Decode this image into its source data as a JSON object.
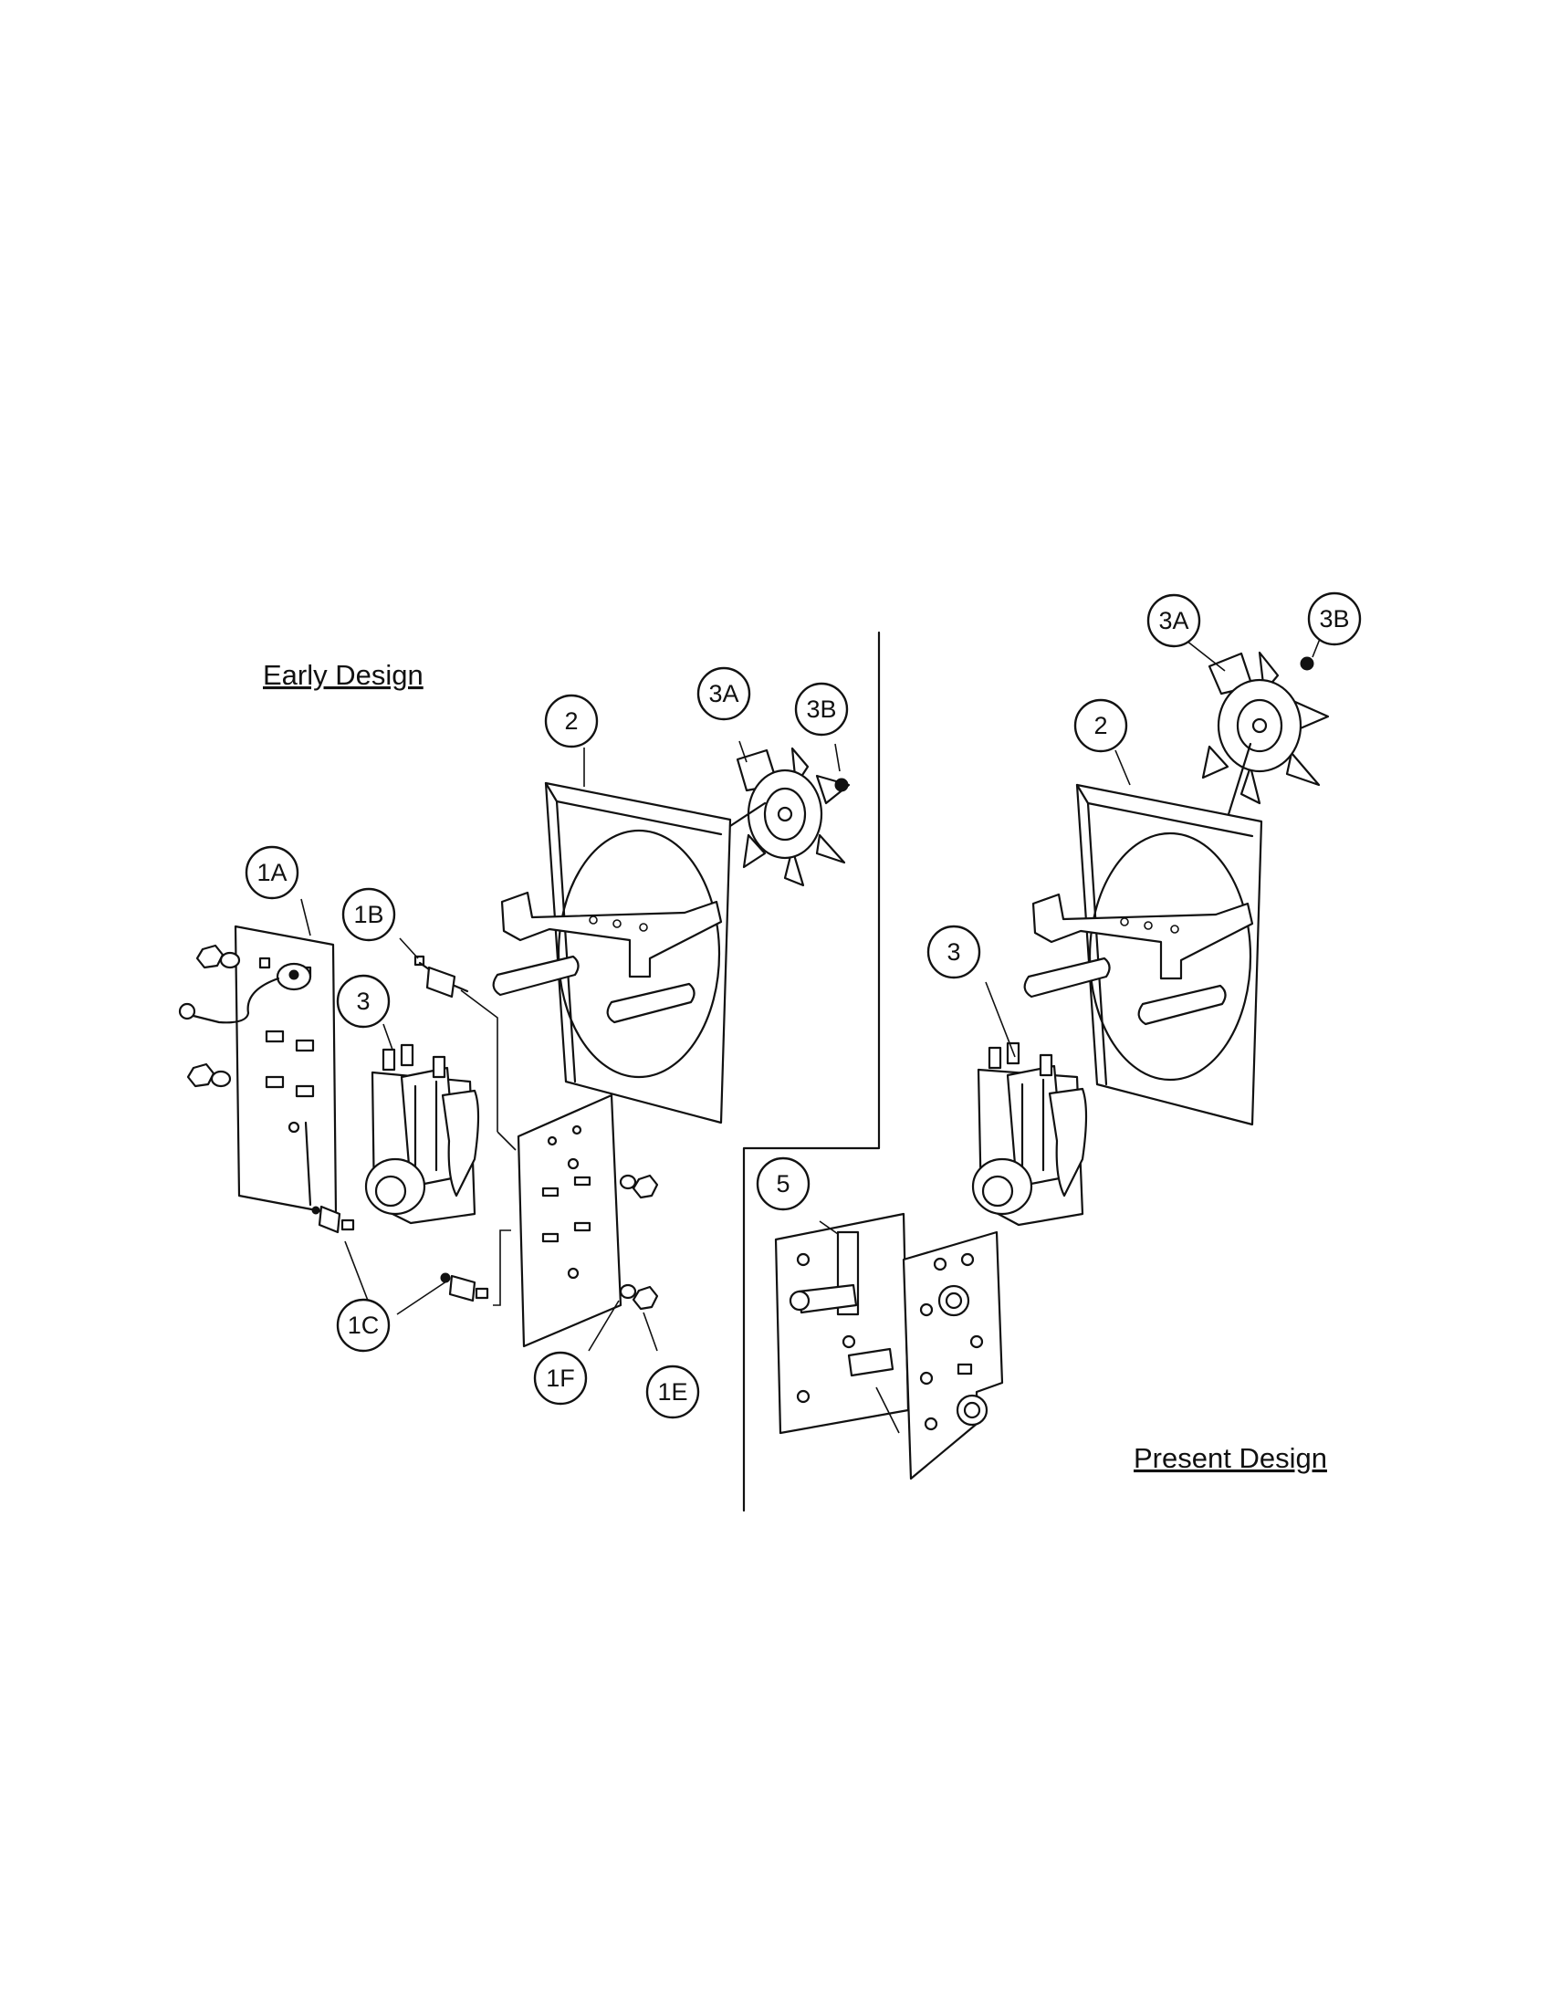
{
  "titles": {
    "early": "Early Design",
    "present": "Present Design"
  },
  "callouts": {
    "early": {
      "c2": "2",
      "c3a": "3A",
      "c3b": "3B",
      "c1a": "1A",
      "c1b": "1B",
      "c3": "3",
      "c1c": "1C",
      "c1f": "1F",
      "c1e": "1E"
    },
    "present": {
      "c3a": "3A",
      "c3b": "3B",
      "c2": "2",
      "c3": "3",
      "c5": "5"
    }
  },
  "colors": {
    "ink": "#111111",
    "paper": "#ffffff"
  }
}
